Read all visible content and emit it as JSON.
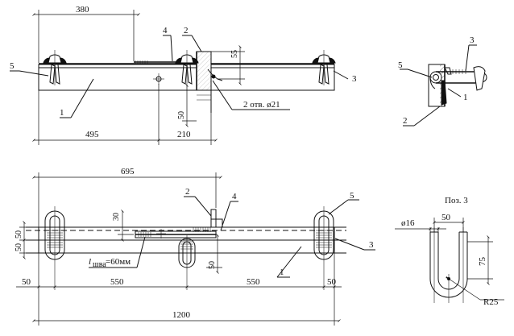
{
  "top_view": {
    "dims": {
      "d380": "380",
      "d495": "495",
      "d210": "210",
      "d55": "55",
      "d50": "50"
    },
    "callouts": {
      "p1": "1",
      "p2": "2",
      "p3": "3",
      "p4": "4",
      "p5": "5"
    },
    "holes_note": "2 отв. ø21"
  },
  "side_view": {
    "callouts": {
      "p1": "1",
      "p2": "2",
      "p3": "3",
      "p5": "5"
    }
  },
  "plan_view": {
    "dims": {
      "d695": "695",
      "d30": "30",
      "d50a": "50",
      "d50b": "50",
      "d50c": "50",
      "d50d": "50",
      "d50e": "50",
      "d550a": "550",
      "d550b": "550",
      "d1200": "1200"
    },
    "callouts": {
      "p1": "1",
      "p2": "2",
      "p3": "3",
      "p4": "4",
      "p5": "5"
    },
    "weld_symbol": "l",
    "weld_subscript": "шва",
    "weld_value": "=60мм"
  },
  "detail_pos3": {
    "title": "Поз. 3",
    "dims": {
      "d16": "ø16",
      "d50": "50",
      "d75": "75",
      "r25": "R25"
    }
  }
}
